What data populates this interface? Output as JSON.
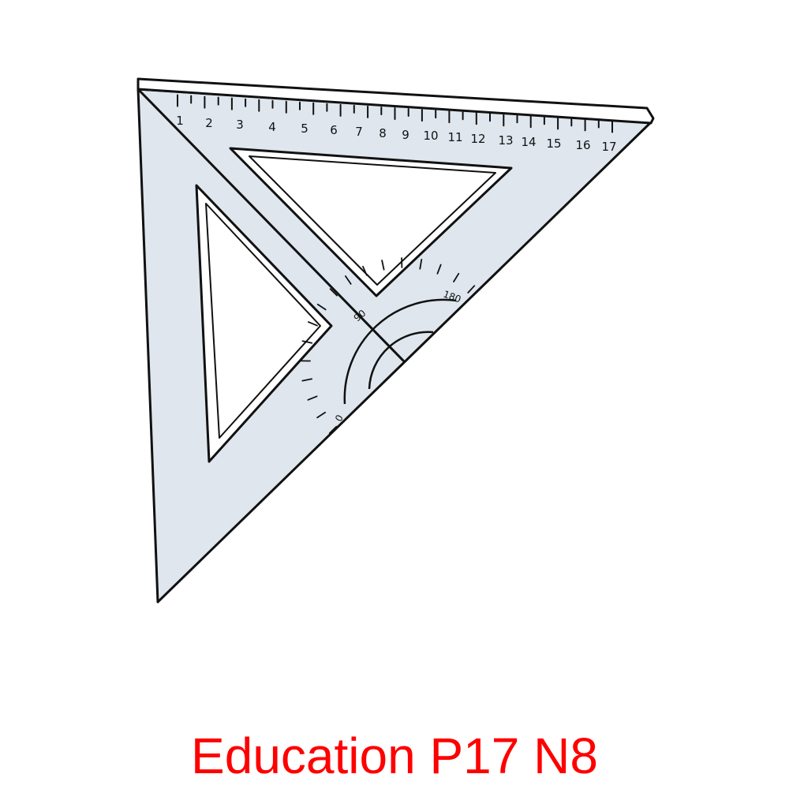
{
  "caption": "Education P17 N8",
  "colors": {
    "caption": "#ff0000",
    "triangle_fill": "#dfe6ee",
    "outline": "#111111",
    "background": "#ffffff"
  },
  "ruler": {
    "numbers": [
      "1",
      "2",
      "3",
      "4",
      "5",
      "6",
      "7",
      "8",
      "9",
      "10",
      "11",
      "12",
      "13",
      "14",
      "15",
      "16",
      "17"
    ]
  },
  "protractor": {
    "labels": {
      "start": "0",
      "middle": "90",
      "end": "180"
    }
  }
}
